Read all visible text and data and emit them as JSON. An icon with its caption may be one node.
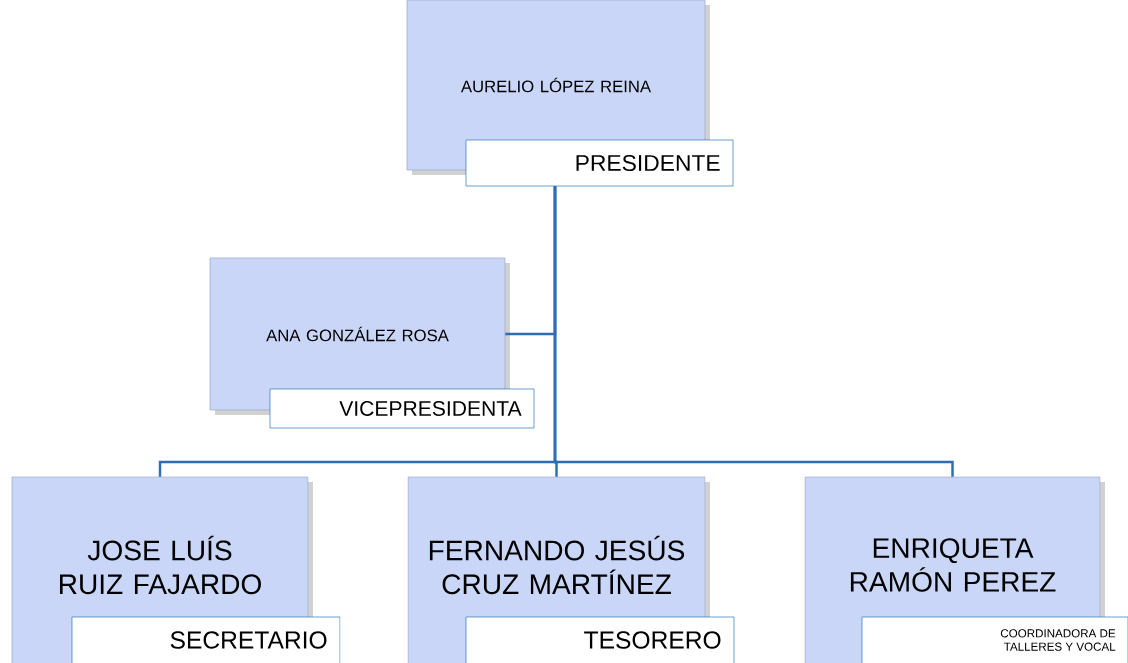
{
  "diagram": {
    "nodes": [
      {
        "text": [
          "AURELIO LÓPEZ REINA",
          "PRESIDENTE"
        ]
      },
      {
        "text": [
          "ANA GONZÁLEZ ROSA",
          "VICEPRESIDENTA"
        ]
      },
      {
        "text": [
          "JOSE LUÍS RUIZ FAJARDO",
          "SECRETARIO"
        ]
      },
      {
        "text": [
          "FERNANDO JESÚS CRUZ MARTÍNEZ",
          "TESORERO"
        ]
      },
      {
        "text": [
          "ENRIQUETA RAMÓN PEREZ",
          "COORDINADORA DE TALLERES Y VOCAL"
        ]
      }
    ],
    "edges": [
      {
        "from": 0,
        "to": 1,
        "arrow": "none"
      },
      {
        "from": 0,
        "to": 2,
        "arrow": "none"
      },
      {
        "from": 0,
        "to": 3,
        "arrow": "none"
      },
      {
        "from": 0,
        "to": 4,
        "arrow": "none"
      }
    ]
  }
}
